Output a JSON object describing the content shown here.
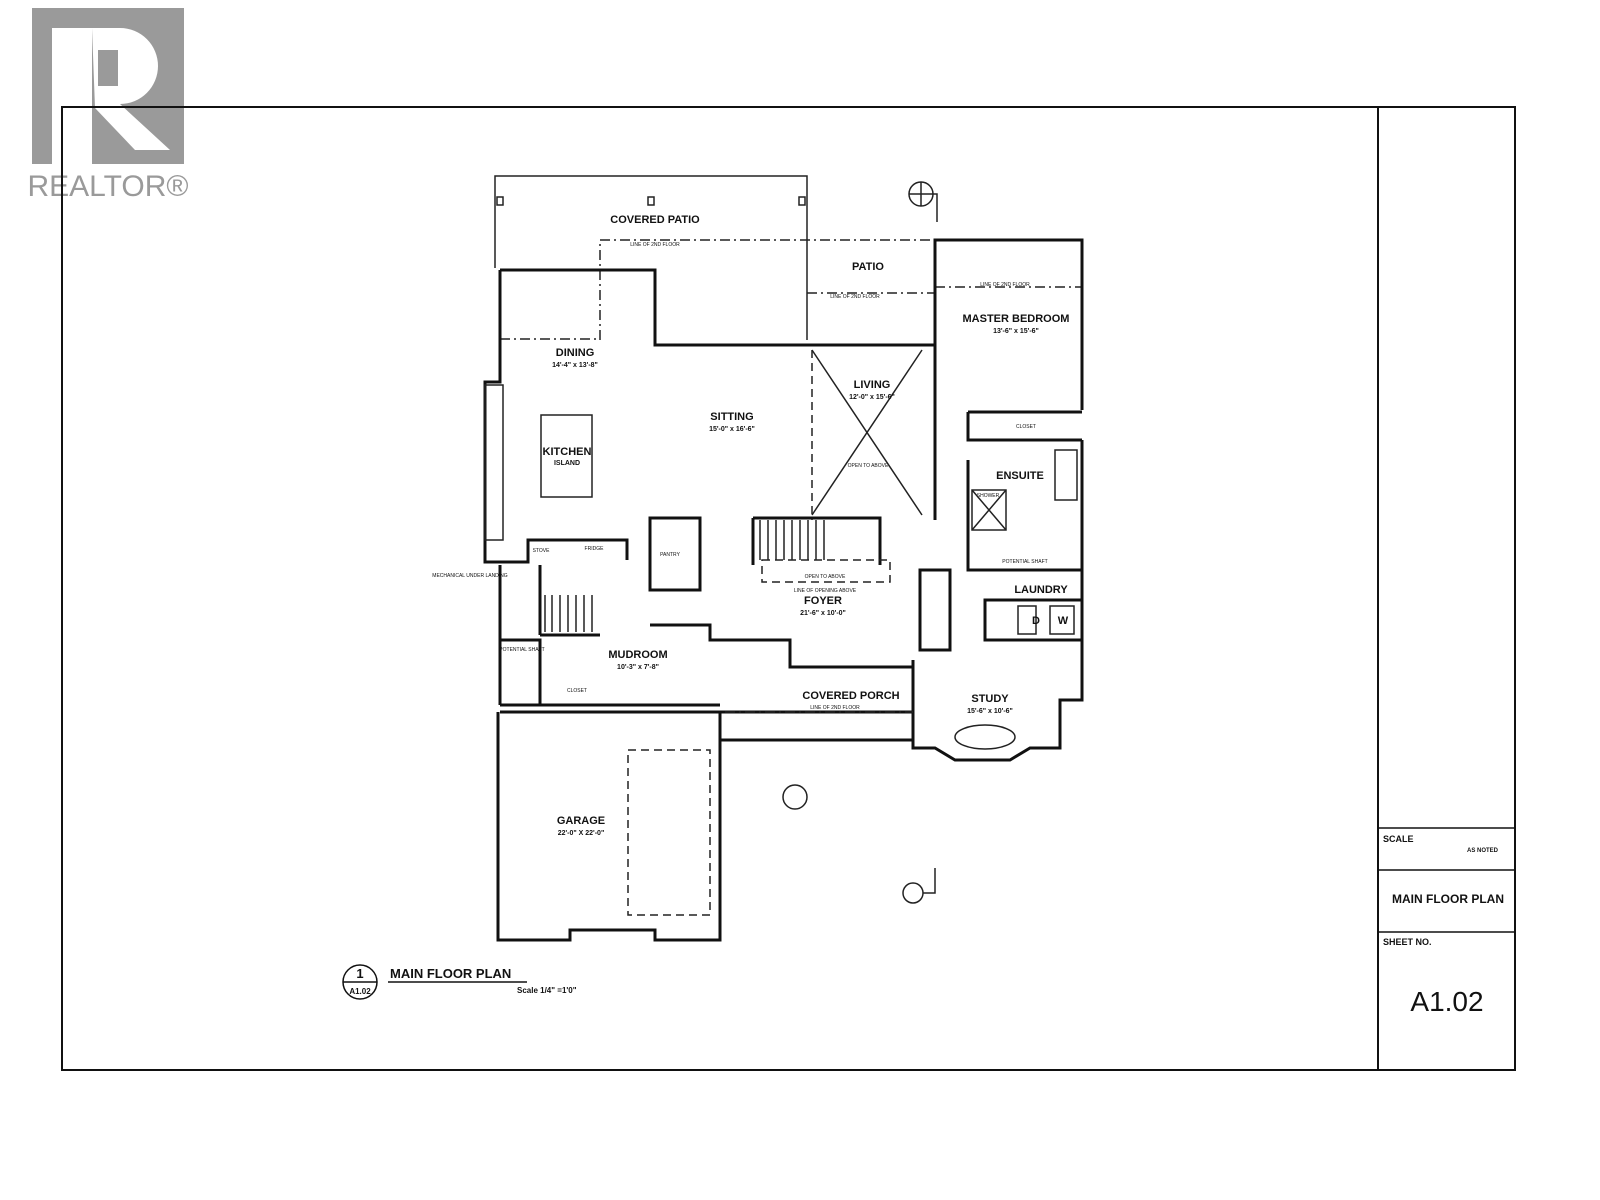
{
  "logo": {
    "text": "REALTOR®",
    "color": "#999999"
  },
  "rooms": [
    {
      "name": "COVERED PATIO",
      "dims": ""
    },
    {
      "name": "PATIO",
      "dims": ""
    },
    {
      "name": "MASTER BEDROOM",
      "dims": "13'-6\" x 15'-6\""
    },
    {
      "name": "DINING",
      "dims": "14'-4\" x 13'-8\""
    },
    {
      "name": "LIVING",
      "dims": "12'-0\" x 15'-6\""
    },
    {
      "name": "SITTING",
      "dims": "15'-0\" x 16'-6\""
    },
    {
      "name": "KITCHEN",
      "dims": "ISLAND"
    },
    {
      "name": "ENSUITE",
      "dims": ""
    },
    {
      "name": "LAUNDRY",
      "dims": ""
    },
    {
      "name": "FOYER",
      "dims": "21'-6\" x 10'-0\""
    },
    {
      "name": "MUDROOM",
      "dims": "10'-3\" x 7'-8\""
    },
    {
      "name": "COVERED PORCH",
      "dims": ""
    },
    {
      "name": "STUDY",
      "dims": "15'-6\" x 10'-6\""
    },
    {
      "name": "GARAGE",
      "dims": "22'-0\" X 22'-0\""
    }
  ],
  "notes": {
    "line_2nd_floor": "LINE OF 2ND FLOOR",
    "open_to_above": "OPEN TO ABOVE",
    "line_opening_above": "LINE OF OPENING ABOVE",
    "closet": "CLOSET",
    "pantry": "PANTRY",
    "stove": "STOVE",
    "fridge": "FRIDGE",
    "shower": "SHOWER",
    "potential_shaft": "POTENTIAL SHAFT",
    "mechanical": "MECHANICAL UNDER LANDING",
    "washer": "W",
    "dryer": "D"
  },
  "drawing_title": {
    "number": "1",
    "sheet": "A1.02",
    "title": "MAIN FLOOR PLAN",
    "scale": "Scale 1/4\" =1'0\""
  },
  "title_block": {
    "scale_label": "SCALE",
    "scale_value": "AS NOTED",
    "sheet_title": "MAIN FLOOR PLAN",
    "sheet_no_label": "SHEET NO.",
    "sheet_no": "A1.02"
  }
}
